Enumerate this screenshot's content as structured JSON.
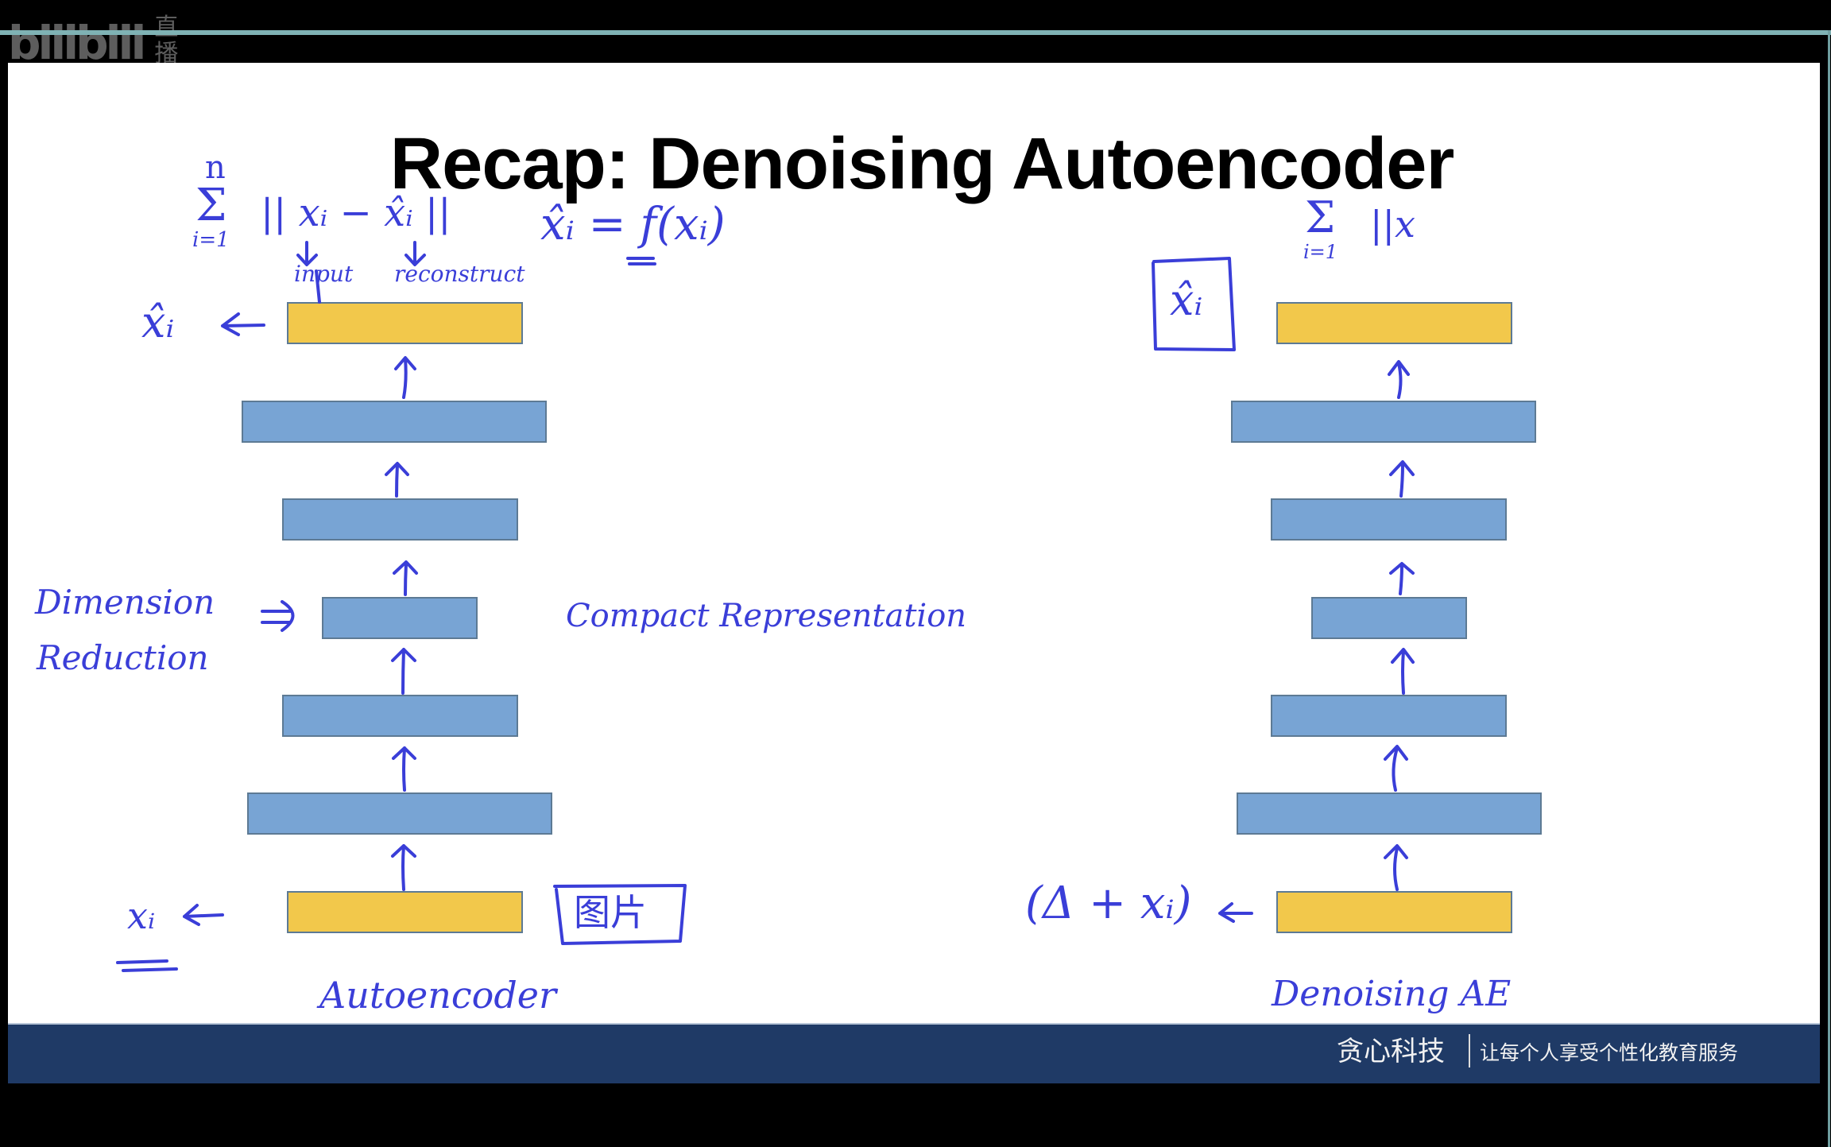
{
  "stream": {
    "logo_text": "bilibili",
    "logo_badge": [
      "直",
      "播"
    ],
    "overlay_color": "#7fb2b4"
  },
  "slide": {
    "title": "Recap: Denoising Autoencoder",
    "colors": {
      "encoder_io_layer": "#f2c84b",
      "hidden_layer": "#78a4d4",
      "layer_border": "#5d7a94",
      "ink": "#3a3ed8",
      "footer": "#1f3a66"
    },
    "diagrams": [
      {
        "name": "autoencoder",
        "caption": "Autoencoder",
        "layers": [
          "output",
          "hidden",
          "hidden",
          "bottleneck",
          "hidden",
          "hidden",
          "input"
        ]
      },
      {
        "name": "denoising-ae",
        "caption": "Denoising AE",
        "layers": [
          "output",
          "hidden",
          "hidden",
          "bottleneck",
          "hidden",
          "hidden",
          "input"
        ]
      }
    ],
    "annotations": {
      "sum_symbol": "Σ",
      "sum_upper": "n",
      "sum_lower": "i=1",
      "loss_expr": "|| xᵢ − x̂ᵢ ||",
      "input_label": "input",
      "reconstruct_label": "reconstruct",
      "function_expr": "x̂ᵢ = f(xᵢ)",
      "output_label_left": "x̂ᵢ",
      "input_label_left": "xᵢ",
      "dimension_reduction": [
        "Dimension",
        "Reduction"
      ],
      "double_arrow": "⇒",
      "compact_representation": "Compact Representation",
      "image_box": "图片",
      "right_sum_symbol": "Σ",
      "right_sum_lower": "i=1",
      "right_loss_partial": "||x",
      "right_output_label": "x̂ᵢ",
      "noisy_input": "(Δ + xᵢ)"
    }
  },
  "footer": {
    "brand": "贪心科技",
    "tagline": "让每个人享受个性化教育服务"
  }
}
